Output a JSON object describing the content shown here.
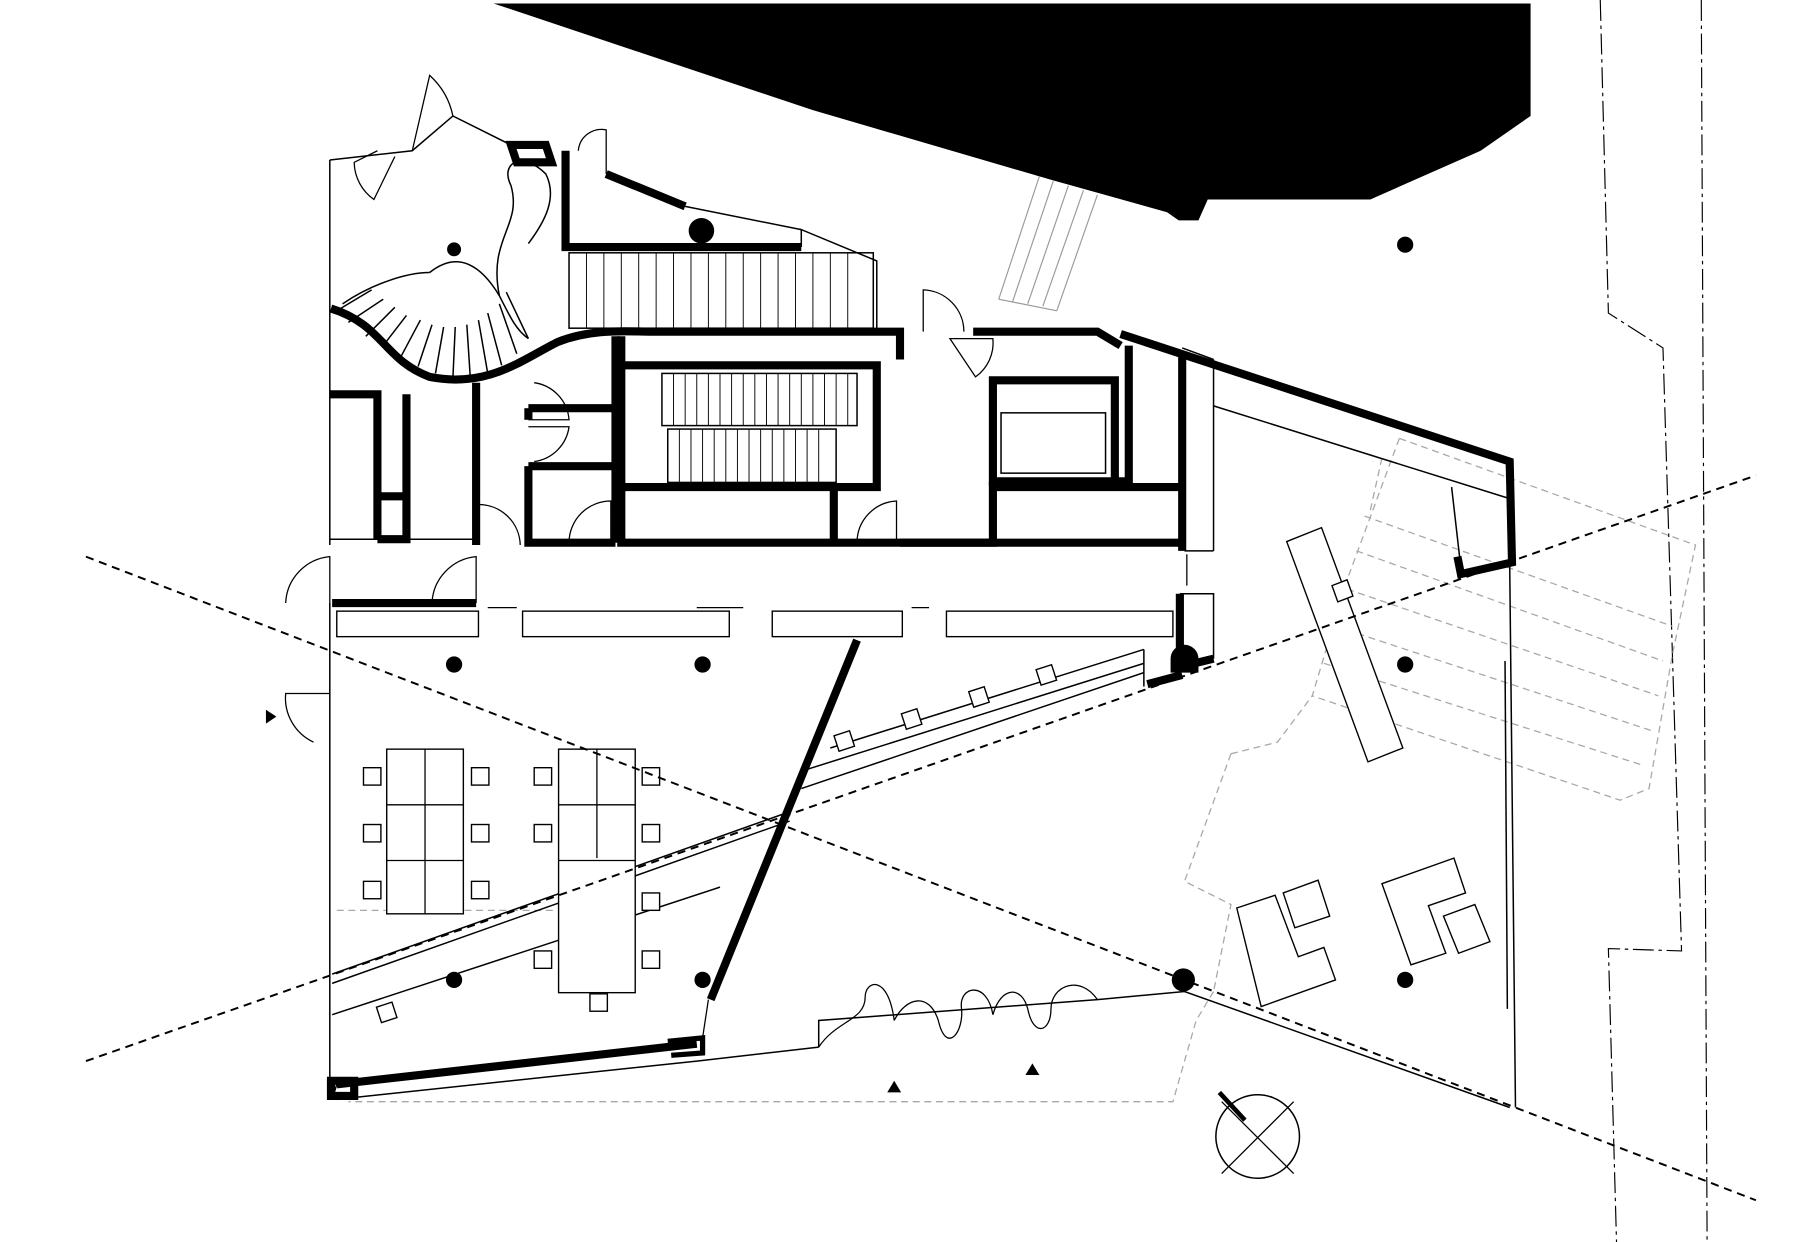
{
  "drawing": {
    "kind": "architectural-floor-plan",
    "colors": {
      "ink": "#000000",
      "background": "#ffffff",
      "grey_lines": "#9a9a9a"
    },
    "symbols": {
      "north_arrow": "north-arrow-icon",
      "entrance_markers": "triangle-marker-icon",
      "columns": "column-dot"
    },
    "column_count": 11,
    "entrance_marker_count": 3
  }
}
